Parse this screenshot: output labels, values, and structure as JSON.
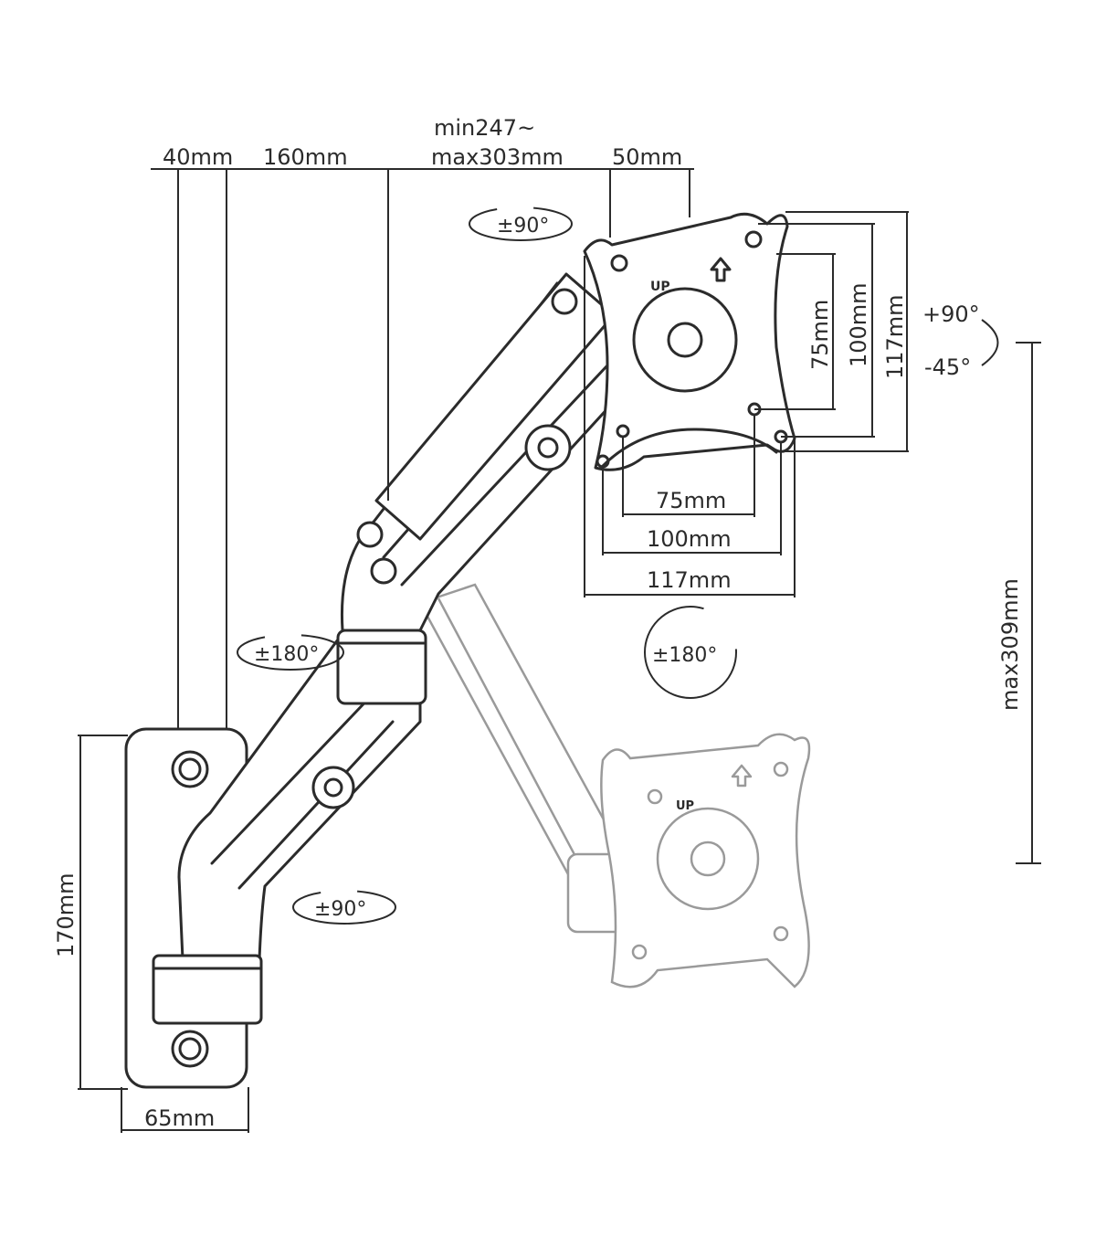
{
  "dimensions": {
    "wall_to_pivot": "40mm",
    "first_arm": "160mm",
    "second_arm_line1": "min247~",
    "second_arm_line2": "max303mm",
    "head_depth": "50mm",
    "plate_height": "170mm",
    "plate_width": "65mm",
    "max_height": "max309mm"
  },
  "vesa": {
    "h_75": "75mm",
    "h_100": "100mm",
    "h_117": "117mm",
    "v_75": "75mm",
    "v_100": "100mm",
    "v_117": "117mm",
    "up_label": "UP"
  },
  "rotations": {
    "swivel_head": "±90°",
    "tilt_up": "+90°",
    "tilt_down": "-45°",
    "rotate_monitor": "±180°",
    "swivel_mid": "±180°",
    "swivel_base": "±90°"
  }
}
